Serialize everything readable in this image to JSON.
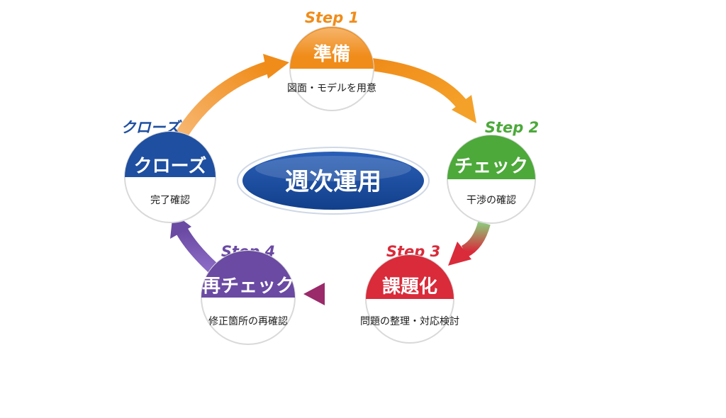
{
  "center": {
    "title": "週次運用"
  },
  "steps": [
    {
      "label": "Step 1",
      "title": "準備",
      "desc": "図面・モデルを用意",
      "color": "#f08c19"
    },
    {
      "label": "Step 2",
      "title": "チェック",
      "desc": "干渉の確認",
      "color": "#4ca93a"
    },
    {
      "label": "Step 3",
      "title": "課題化",
      "desc": "問題の整理・対応検討",
      "color": "#d92b3a"
    },
    {
      "label": "Step 4",
      "title": "再チェック",
      "desc": "修正箇所の再確認",
      "color": "#6a4aa3"
    },
    {
      "label": "クローズ",
      "title": "クローズ",
      "desc": "完了確認",
      "color": "#1f4fa0"
    }
  ]
}
